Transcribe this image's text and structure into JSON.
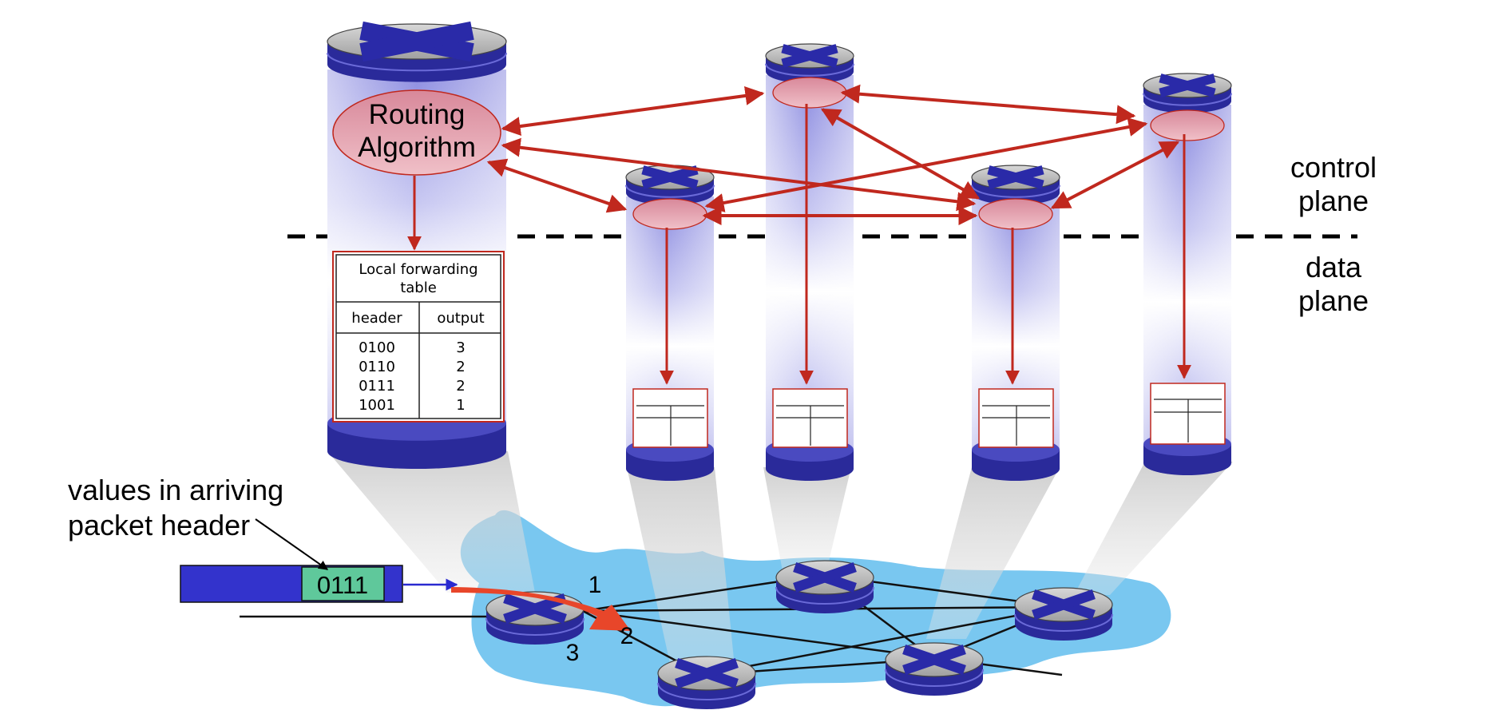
{
  "labels": {
    "control_plane_1": "control",
    "control_plane_2": "plane",
    "data_plane_1": "data",
    "data_plane_2": "plane",
    "routing_algorithm_1": "Routing",
    "routing_algorithm_2": "Algorithm",
    "values_arriving_1": "values in arriving",
    "values_arriving_2": "packet header",
    "packet_header_value": "0111",
    "port_1": "1",
    "port_2": "2",
    "port_3": "3"
  },
  "forwarding_table": {
    "title_1": "Local forwarding",
    "title_2": "table",
    "col_header": "header",
    "col_output": "output",
    "rows": [
      {
        "header": "0100",
        "output": "3"
      },
      {
        "header": "0110",
        "output": "2"
      },
      {
        "header": "0111",
        "output": "2"
      },
      {
        "header": "1001",
        "output": "1"
      }
    ]
  },
  "colors": {
    "router_blue": "#2a2a9a",
    "column_lavender": "#9c9ce8",
    "arrow_red": "#c0281e",
    "ellipse_pink": "#e8a0a8",
    "cloud_blue": "#79c7f0",
    "packet_blue": "#3333cc",
    "packet_green": "#5fc89b"
  }
}
